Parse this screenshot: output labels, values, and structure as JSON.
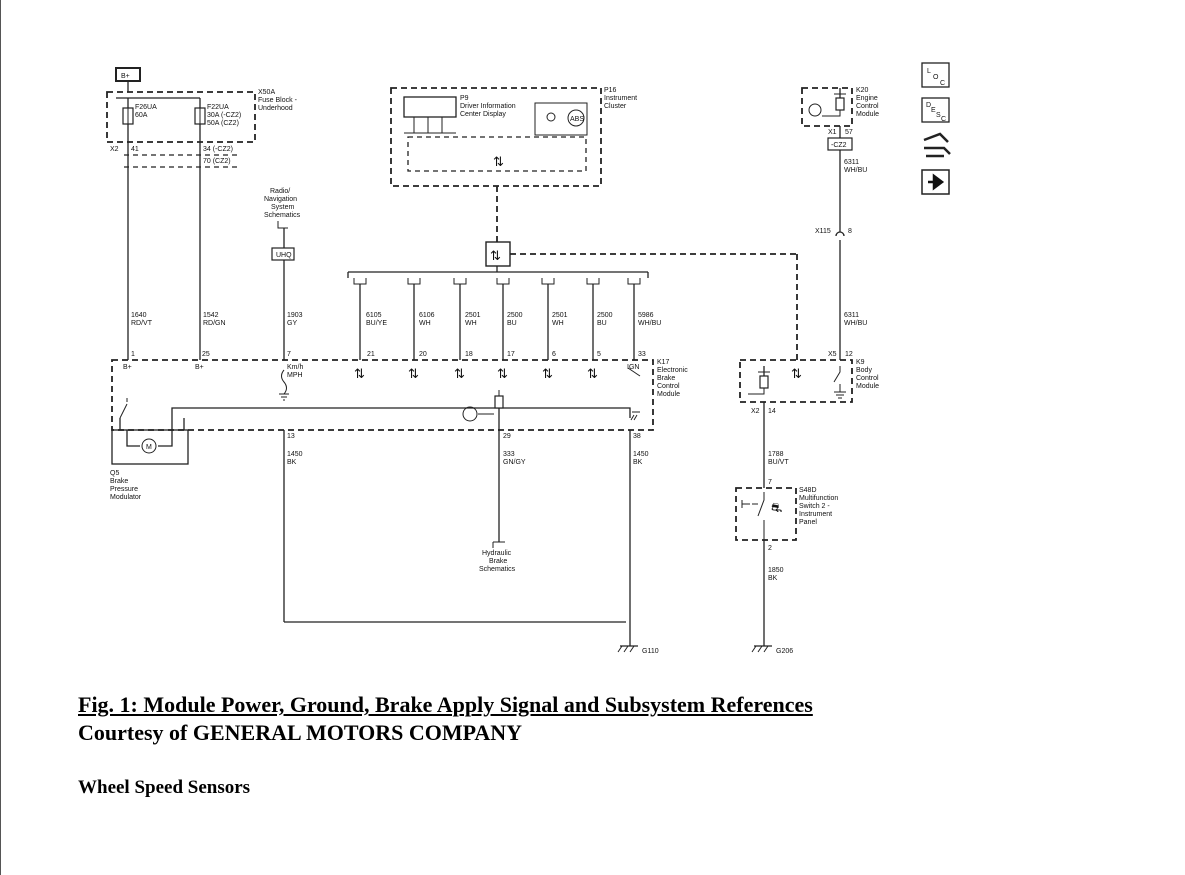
{
  "caption": {
    "figure": "Fig. 1: Module Power, Ground, Brake Apply Signal and Subsystem References",
    "courtesy": "Courtesy of GENERAL MOTORS COMPANY"
  },
  "section_heading": "Wheel Speed Sensors",
  "diagram": {
    "battery_label": "B+",
    "fuse_block": {
      "name": "X50A",
      "desc1": "Fuse Block -",
      "desc2": "Underhood",
      "f1_name": "F26UA",
      "f1_rating": "60A",
      "f2_name": "F22UA",
      "f2_rating1": "30A (-CZ2)",
      "f2_rating2": "50A (CZ2)",
      "conn": "X2",
      "pin_a": "41",
      "pin_b1": "34 (-CZ2)",
      "pin_b2": "70 (CZ2)"
    },
    "cluster": {
      "name": "P16",
      "desc1": "Instrument",
      "desc2": "Cluster",
      "dic_name": "P9",
      "dic_desc1": "Driver Information",
      "dic_desc2": "Center Display",
      "abs": "ABS"
    },
    "ecm": {
      "name": "K20",
      "desc1": "Engine",
      "desc2": "Control",
      "desc3": "Module",
      "conn": "X1",
      "pin": "57",
      "option": "-CZ2",
      "wire_num": "6311",
      "wire_color": "WH/BU"
    },
    "inline_conn": {
      "name": "X115",
      "pin": "8"
    },
    "radio": {
      "l1": "Radio/",
      "l2": "Navigation",
      "l3": "System",
      "l4": "Schematics",
      "ref": "UHQ"
    },
    "wires_top": [
      {
        "num": "1640",
        "color": "RD/VT",
        "pin": "1",
        "label": "B+"
      },
      {
        "num": "1542",
        "color": "RD/GN",
        "pin": "25",
        "label": "B+"
      },
      {
        "num": "1903",
        "color": "GY",
        "pin": "7",
        "label": "Km/h",
        "label2": "MPH"
      },
      {
        "num": "6105",
        "color": "BU/YE",
        "pin": "21"
      },
      {
        "num": "6106",
        "color": "WH",
        "pin": "20"
      },
      {
        "num": "2501",
        "color": "WH",
        "pin": "18"
      },
      {
        "num": "2500",
        "color": "BU",
        "pin": "17"
      },
      {
        "num": "2501",
        "color": "WH",
        "pin": "6"
      },
      {
        "num": "2500",
        "color": "BU",
        "pin": "5"
      },
      {
        "num": "5986",
        "color": "WH/BU",
        "pin": "33",
        "label": "IGN"
      }
    ],
    "ebcm": {
      "name": "K17",
      "desc1": "Electronic",
      "desc2": "Brake",
      "desc3": "Control",
      "desc4": "Module"
    },
    "modulator": {
      "name": "Q5",
      "desc1": "Brake",
      "desc2": "Pressure",
      "desc3": "Modulator",
      "motor": "M"
    },
    "bottom_wires": [
      {
        "pin": "13",
        "num": "1450",
        "color": "BK"
      },
      {
        "pin": "29",
        "num": "333",
        "color": "GN/GY"
      },
      {
        "pin": "38",
        "num": "1450",
        "color": "BK"
      }
    ],
    "hydraulic": {
      "l1": "Hydraulic",
      "l2": "Brake",
      "l3": "Schematics"
    },
    "bcm": {
      "name": "K9",
      "desc1": "Body",
      "desc2": "Control",
      "desc3": "Module",
      "conn_top": "X5",
      "pin_top": "12",
      "wire_num": "6311",
      "wire_color": "WH/BU",
      "conn_bot": "X2",
      "pin_bot": "14"
    },
    "switch": {
      "name": "S48D",
      "desc1": "Multifunction",
      "desc2": "Switch 2 -",
      "desc3": "Instrument",
      "desc4": "Panel",
      "pin_top": "7",
      "pin_bot": "2",
      "wire_top_num": "1788",
      "wire_top_color": "BU/VT",
      "wire_bot_num": "1850",
      "wire_bot_color": "BK"
    },
    "grounds": {
      "g1": "G110",
      "g2": "G206"
    },
    "nav_icons": [
      "loc-icon",
      "desc-icon",
      "connector-view-icon",
      "next-arrow-icon"
    ]
  }
}
